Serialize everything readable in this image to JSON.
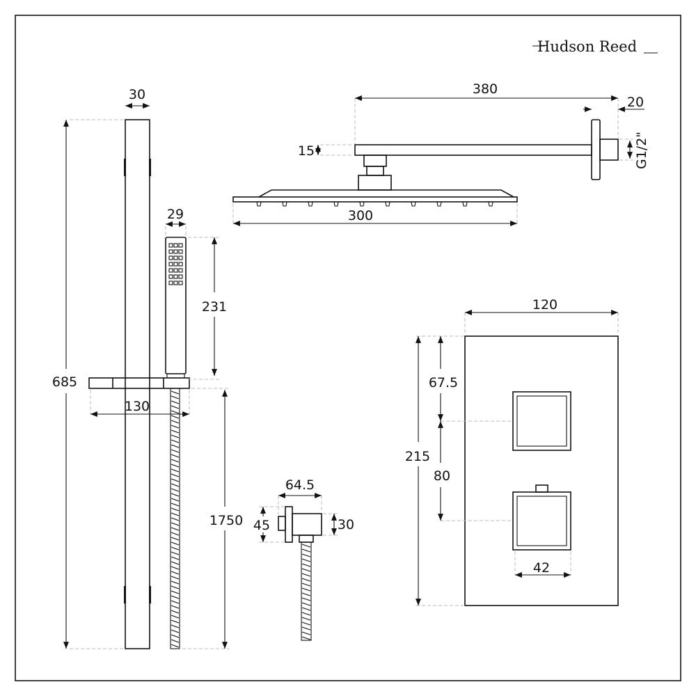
{
  "brand": {
    "name": "Hudson Reed"
  },
  "riser_rail": {
    "width": "30",
    "height": "685",
    "slider_width": "130"
  },
  "handset": {
    "width": "29",
    "length": "231"
  },
  "hose": {
    "length": "1750"
  },
  "shower_arm": {
    "length": "380",
    "wall_plate_depth": "20",
    "arm_thickness": "15",
    "thread": "G1/2\""
  },
  "shower_head": {
    "width": "300"
  },
  "wall_outlet": {
    "width": "64.5",
    "height": "45",
    "body_height": "30"
  },
  "valve": {
    "width": "120",
    "height": "215",
    "top_offset": "67.5",
    "knob_spacing": "80",
    "knob_width": "42"
  }
}
